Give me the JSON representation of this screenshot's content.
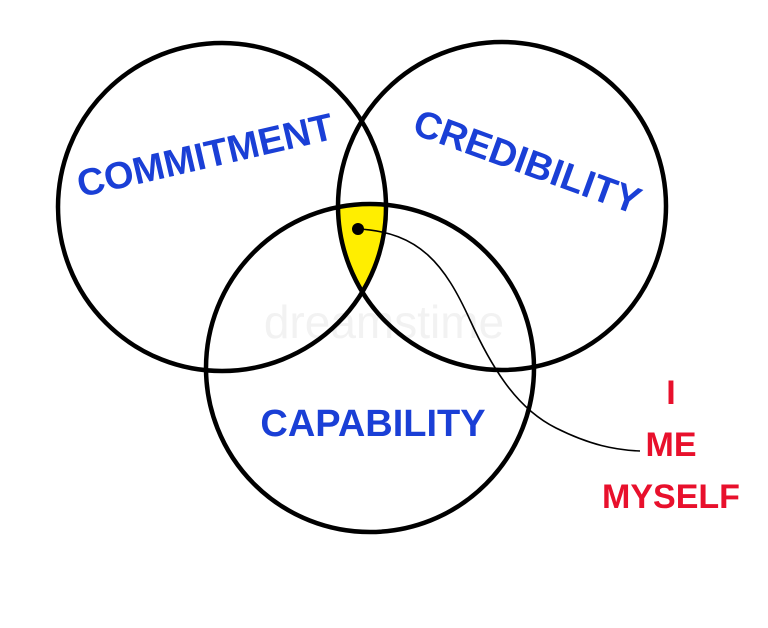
{
  "diagram": {
    "circles": [
      {
        "id": "commitment",
        "label": "COMMITMENT"
      },
      {
        "id": "credibility",
        "label": "CREDIBILITY"
      },
      {
        "id": "capability",
        "label": "CAPABILITY"
      }
    ],
    "intersection": {
      "annotation_lines": [
        "I",
        "ME",
        "MYSELF"
      ]
    },
    "colors": {
      "circle_label": "#1a3fd6",
      "annotation": "#e8102c",
      "intersection_fill": "#ffee00",
      "stroke": "#000000"
    },
    "watermark": "dreamstime"
  }
}
